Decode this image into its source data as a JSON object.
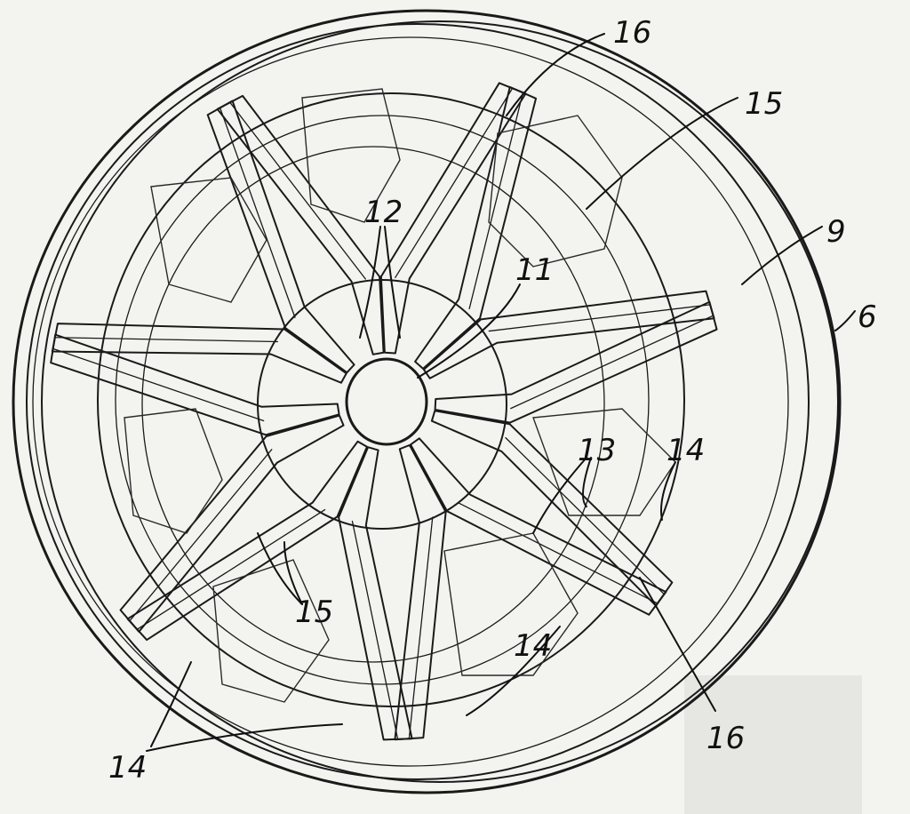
{
  "figure": {
    "background": "#f3f3f0",
    "ink": "#1a1a1a",
    "reference_numerals": {
      "n6": "6",
      "n9": "9",
      "n11": "11",
      "n12": "12",
      "n13": "13",
      "n14_right": "14",
      "n14_bottom_mid": "14",
      "n14_bottom_left": "14",
      "n15_top": "15",
      "n15_lower": "15",
      "n16_top": "16",
      "n16_bottom": "16"
    }
  }
}
